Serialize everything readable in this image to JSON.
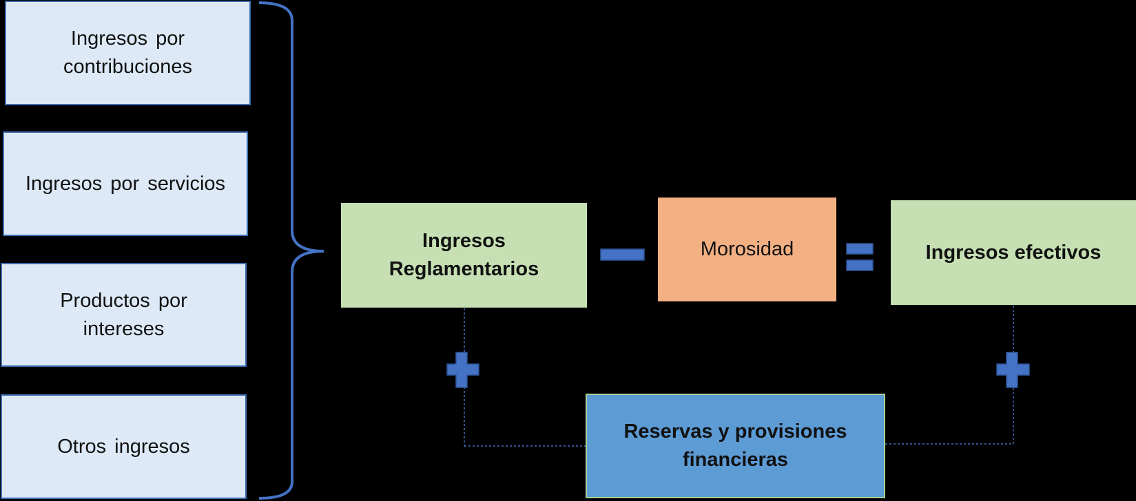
{
  "sources": [
    "Ingresos por\ncontribuciones",
    "Ingresos por servicios",
    "Productos por\nintereses",
    "Otros ingresos"
  ],
  "formula": {
    "regulatory": "Ingresos\nReglamentarios",
    "delinquency": "Morosidad",
    "effective": "Ingresos efectivos",
    "reserves": "Reservas y provisiones\nfinancieras"
  },
  "colors": {
    "accent": "#4472c4",
    "source_fill": "#dde9f6",
    "green_fill": "#c6e0b3",
    "orange_fill": "#f2b083",
    "blue_fill": "#5d9bd5"
  }
}
